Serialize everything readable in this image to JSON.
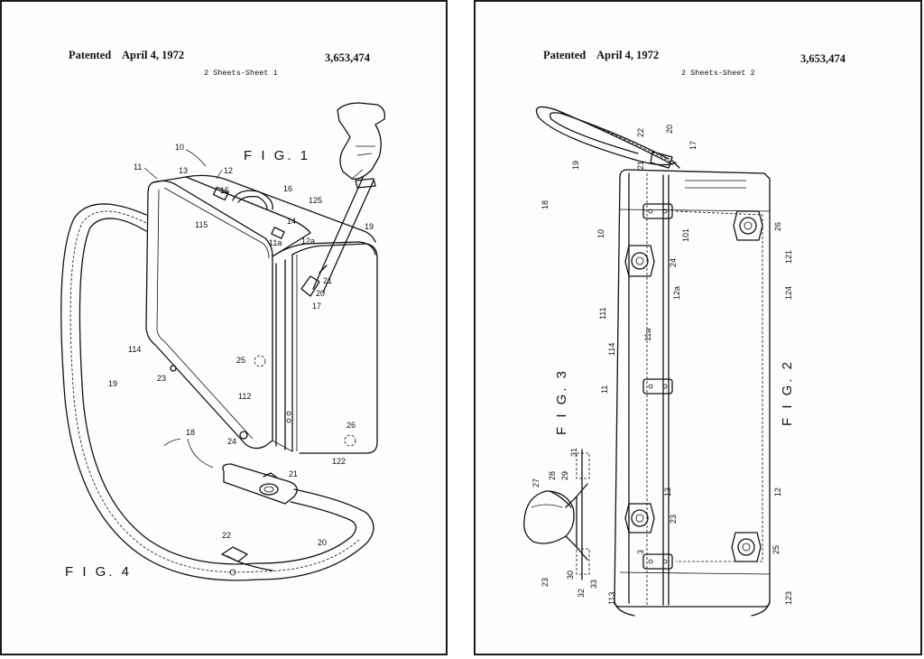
{
  "sheet1": {
    "patented_label": "Patented",
    "date": "April 4, 1972",
    "patent_number": "3,653,474",
    "sheet_label": "2 Sheets-Sheet 1",
    "figures": {
      "fig1": "F I G.  1",
      "fig4": "F I G.  4"
    },
    "refs": [
      "10",
      "11",
      "13",
      "12",
      "15",
      "16",
      "125",
      "115",
      "14",
      "19",
      "11a",
      "12a",
      "21",
      "20",
      "17",
      "114",
      "23",
      "25",
      "112",
      "26",
      "24",
      "122",
      "19",
      "18",
      "21",
      "20",
      "22"
    ]
  },
  "sheet2": {
    "patented_label": "Patented",
    "date": "April 4, 1972",
    "patent_number": "3,653,474",
    "sheet_label": "2 Sheets-Sheet 2",
    "figures": {
      "fig2": "F I G.  2",
      "fig3": "F I G.  3"
    },
    "refs": [
      "22",
      "20",
      "17",
      "21",
      "19",
      "18",
      "10",
      "101",
      "26",
      "24",
      "121",
      "12a",
      "124",
      "111",
      "11a",
      "114",
      "11",
      "12",
      "13",
      "23",
      "3",
      "25",
      "113",
      "123",
      "27",
      "28",
      "29",
      "31",
      "23",
      "30",
      "33",
      "32"
    ]
  }
}
